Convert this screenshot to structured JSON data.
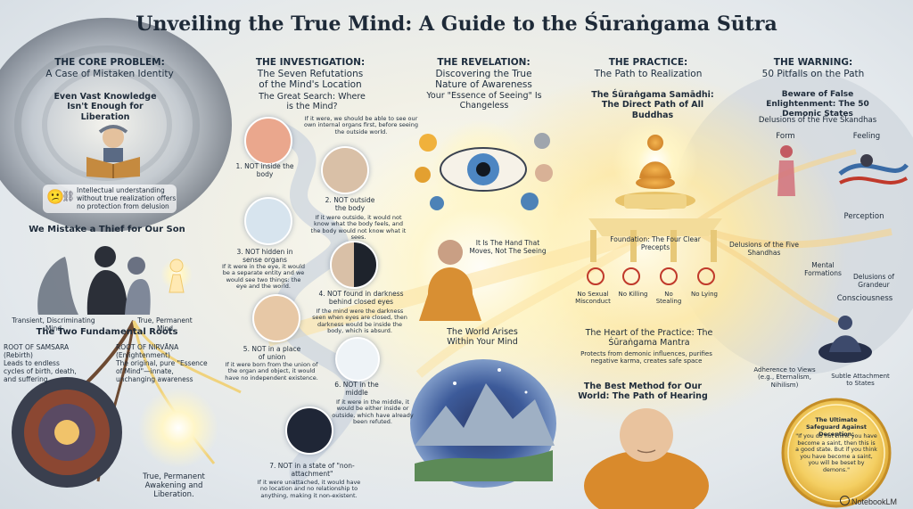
{
  "title": "Unveiling the True Mind: A Guide to the Śūraṅgama Sūtra",
  "core": {
    "heading1": "THE CORE PROBLEM:",
    "heading2": "A Case of Mistaken Identity",
    "knowledge_title": "Even Vast Knowledge Isn't Enough for Liberation",
    "knowledge_note": "Intellectual understanding without true realization offers no protection from delusion",
    "thief_title": "We Mistake a Thief for Our Son",
    "transient_label": "Transient, Discriminating Mind",
    "true_label": "True, Permanent Mind",
    "roots_title": "The Two Fundamental Roots",
    "samsara_title": "ROOT OF SAMSARA (Rebirth)",
    "samsara_text": "Leads to endless cycles of birth, death, and suffering.",
    "nirvana_title": "ROOT OF NIRVĀṆA (Enlightenment)",
    "nirvana_text": "The original, pure \"Essence of Mind\"—innate, unchanging awareness",
    "awakening": "True, Permanent Awakening and Liberation."
  },
  "investigation": {
    "heading1": "THE INVESTIGATION:",
    "heading2": "The Seven Refutations of the Mind's Location",
    "search_title": "The Great Search: Where is the Mind?",
    "intro_note": "If it were, we should be able to see our own internal organs first, before seeing the outside world.",
    "items": [
      {
        "label": "1. NOT inside the body",
        "note": ""
      },
      {
        "label": "2. NOT outside the body",
        "note": "If it were outside, it would not know what the body feels, and the body would not know what it sees."
      },
      {
        "label": "3. NOT hidden in sense organs",
        "note": "If it were in the eye, it would be a separate entity and we would see two things: the eye and the world."
      },
      {
        "label": "4. NOT found in darkness behind closed eyes",
        "note": "If the mind were the darkness seen when eyes are closed, then darkness would be inside the body, which is absurd."
      },
      {
        "label": "5. NOT in a place of union",
        "note": "If it were born from the union of the organ and object, it would have no independent existence."
      },
      {
        "label": "6. NOT in the middle",
        "note": "If it were in the middle, it would be either inside or outside, which have already been refuted."
      },
      {
        "label": "7. NOT in a state of \"non-attachment\"",
        "note": "If it were unattached, it would have no location and no relationship to anything, making it non-existent."
      }
    ]
  },
  "revelation": {
    "heading1": "THE REVELATION:",
    "heading2": "Discovering the True Nature of Awareness",
    "seeing_title": "Your \"Essence of Seeing\" Is Changeless",
    "hand_text": "It Is The Hand That Moves, Not The Seeing",
    "world_title": "The World Arises Within Your Mind"
  },
  "practice": {
    "heading1": "THE PRACTICE:",
    "heading2": "The Path to Realization",
    "samadhi_title": "The Śūraṅgama Samādhi: The Direct Path of All Buddhas",
    "foundation_title": "Foundation: The Four Clear Precepts",
    "precepts": [
      "No Sexual Misconduct",
      "No Killing",
      "No Stealing",
      "No Lying"
    ],
    "heart_title": "The Heart of the Practice: The Śūraṅgama Mantra",
    "heart_text": "Protects from demonic influences, purifies negative karma, creates safe space",
    "method_title": "The Best Method for Our World: The Path of Hearing"
  },
  "warning": {
    "heading1": "THE WARNING:",
    "heading2": "50 Pitfalls on the Path",
    "beware_title": "Beware of False Enlightenment: The 50 Demonic States",
    "skandhas_title": "Delusions of the Five Skandhas",
    "skandhas": [
      "Form",
      "Feeling",
      "Perception",
      "Mental Formations",
      "Consciousness"
    ],
    "branch_label": "Delusions of the Five Shandhas",
    "grandeur": "Delusions of Grandeur",
    "views": "Adherence to Views (e.g., Eternalism, Nihilism)",
    "subtle": "Subtle Attachment to States",
    "seal_title": "The Ultimate Safeguard Against Deception:",
    "seal_quote": "\"If you do not think you have become a saint, then this is a good state. But if you think you have become a saint, you will be beset by demons.\""
  },
  "footer": {
    "brand": "NotebookLM"
  },
  "colors": {
    "gold": "#e8b94a",
    "dark_vortex": "#5a6470",
    "sky": "#6a7fb4"
  },
  "icons": [
    "brain-icon",
    "eye-icon",
    "hand-icon",
    "buddha-icon",
    "chain-icon",
    "no-icon",
    "gear-icon"
  ]
}
